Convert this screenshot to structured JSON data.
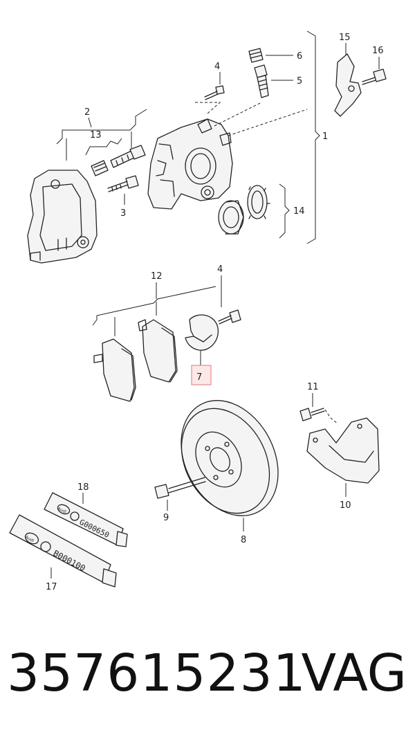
{
  "callouts": {
    "c1": "1",
    "c2": "2",
    "c3": "3",
    "c4a": "4",
    "c4b": "4",
    "c5": "5",
    "c6": "6",
    "c7": "7",
    "c8": "8",
    "c9": "9",
    "c10": "10",
    "c11": "11",
    "c12": "12",
    "c13": "13",
    "c14": "14",
    "c15": "15",
    "c16": "16",
    "c17": "17",
    "c18": "18"
  },
  "tube_text": {
    "tube18_brand": "Audi",
    "tube18_code": "G000650",
    "tube17_brand": "Audi",
    "tube17_code": "B000100"
  },
  "footer": {
    "part_number": "357615231",
    "brand": "VAG"
  },
  "colors": {
    "highlight_box": "#e88a8a",
    "highlight_fill": "#fde8e8"
  }
}
